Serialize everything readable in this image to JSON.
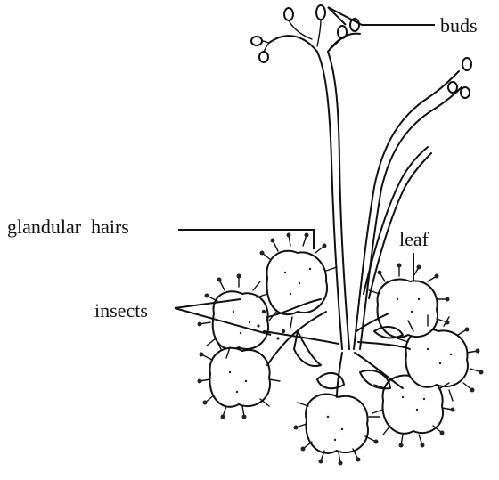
{
  "diagram": {
    "labels": {
      "buds": "buds",
      "glandular_hairs": "glandular  hairs",
      "leaf": "leaf",
      "insects": "insects"
    }
  }
}
